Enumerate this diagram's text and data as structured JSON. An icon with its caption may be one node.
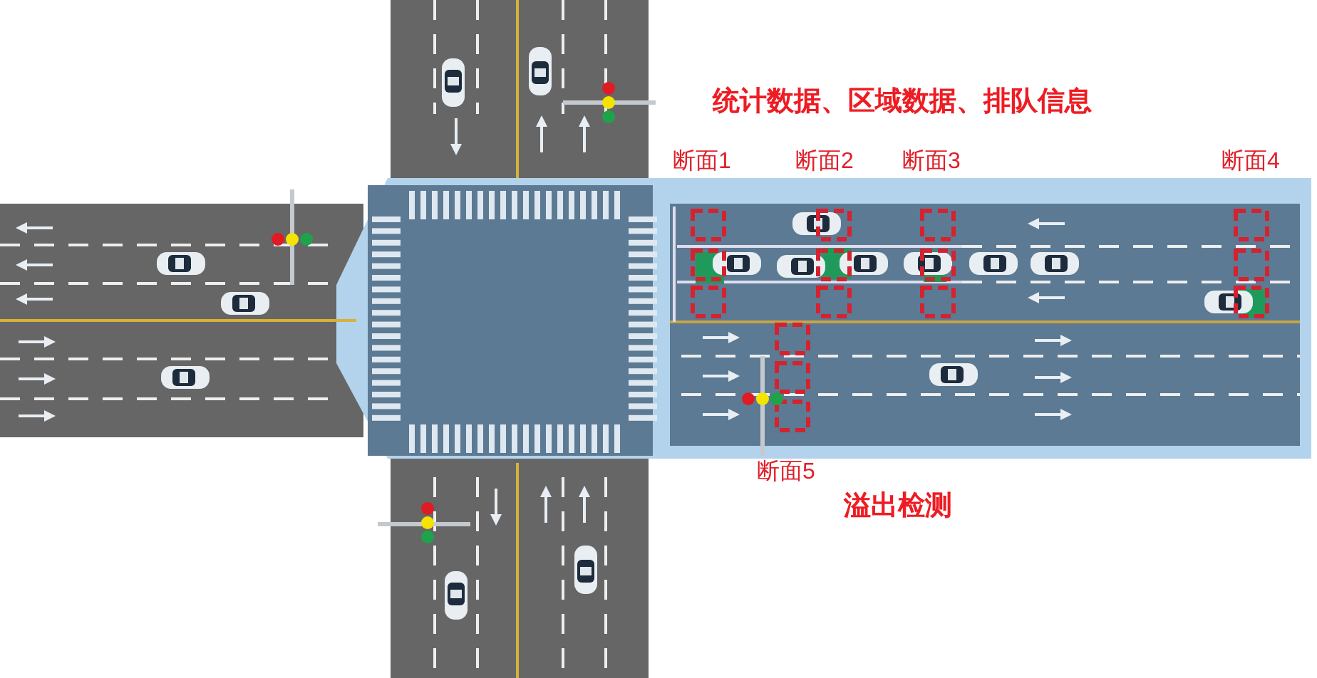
{
  "diagram": {
    "labels": [
      "统计数据、区域数据、排队信息",
      "断面1",
      "断面2",
      "断面3",
      "断面4",
      "断面5",
      "溢出检测"
    ]
  }
}
